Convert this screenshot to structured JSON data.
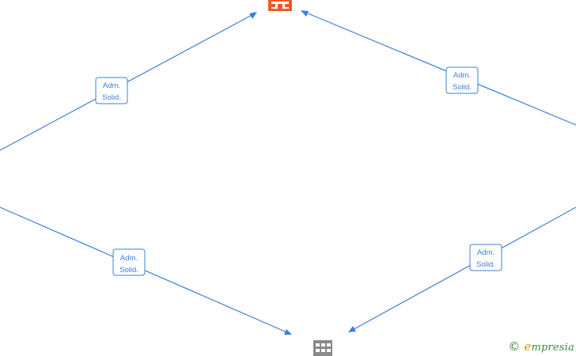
{
  "nodes": [
    {
      "id": "top",
      "icon": "building-icon",
      "color": "#ee5a24"
    },
    {
      "id": "bottom",
      "icon": "building-icon",
      "color": "#8a8a8a"
    }
  ],
  "edges": [
    {
      "from": "left",
      "to": "top",
      "label": [
        "Adm.",
        "Solid."
      ]
    },
    {
      "from": "right",
      "to": "top",
      "label": [
        "Adm.",
        "Solid."
      ]
    },
    {
      "from": "left",
      "to": "bottom",
      "label": [
        "Adm.",
        "Solid."
      ]
    },
    {
      "from": "right",
      "to": "bottom",
      "label": [
        "Adm.",
        "Solid."
      ]
    }
  ],
  "colors": {
    "edge": "#3d7fd6",
    "logo_green": "#3e8a3a",
    "logo_orange": "#e08a1a"
  },
  "watermark": {
    "copyright": "©",
    "logo_initial": "e",
    "logo_rest": "mpresia"
  }
}
